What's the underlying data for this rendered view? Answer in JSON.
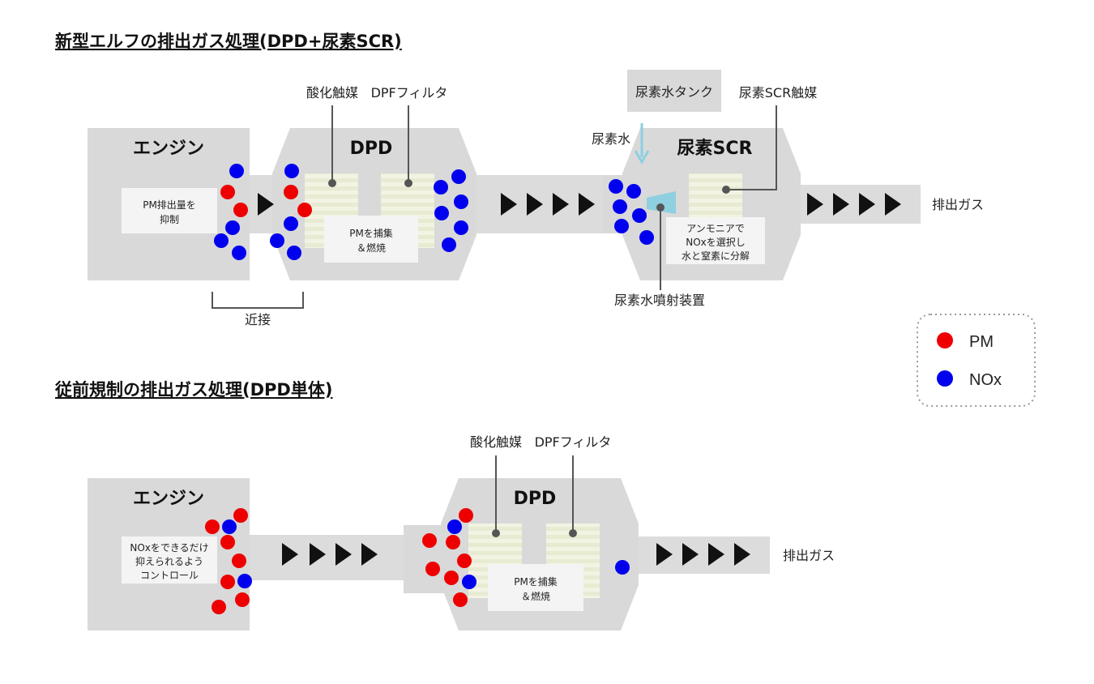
{
  "top": {
    "title": "新型エルフの排出ガス処理(DPD+尿素SCR)",
    "engine_label": "エンジン",
    "engine_note_line1": "PM排出量を",
    "engine_note_line2": "抑制",
    "dpd_label": "DPD",
    "oxidation_catalyst": "酸化触媒",
    "dpf_filter": "DPFフィルタ",
    "dpd_note_line1": "PMを捕集",
    "dpd_note_line2": "＆燃焼",
    "proximity_label": "近接",
    "urea_tank": "尿素水タンク",
    "urea_water": "尿素水",
    "scr_label": "尿素SCR",
    "scr_catalyst": "尿素SCR触媒",
    "scr_note_line1": "アンモニアで",
    "scr_note_line2": "NOxを選択し",
    "scr_note_line3": "水と窒素に分解",
    "injector": "尿素水噴射装置",
    "exhaust": "排出ガス"
  },
  "legend": {
    "pm_label": "PM",
    "nox_label": "NOx",
    "pm_color": "#ee0000",
    "nox_color": "#0000ee"
  },
  "bottom": {
    "title": "従前規制の排出ガス処理(DPD単体)",
    "engine_label": "エンジン",
    "engine_note_line1": "NOxをできるだけ",
    "engine_note_line2": "抑えられるよう",
    "engine_note_line3": "コントロール",
    "dpd_label": "DPD",
    "oxidation_catalyst": "酸化触媒",
    "dpf_filter": "DPFフィルタ",
    "dpd_note_line1": "PMを捕集",
    "dpd_note_line2": "＆燃焼",
    "exhaust": "排出ガス"
  }
}
